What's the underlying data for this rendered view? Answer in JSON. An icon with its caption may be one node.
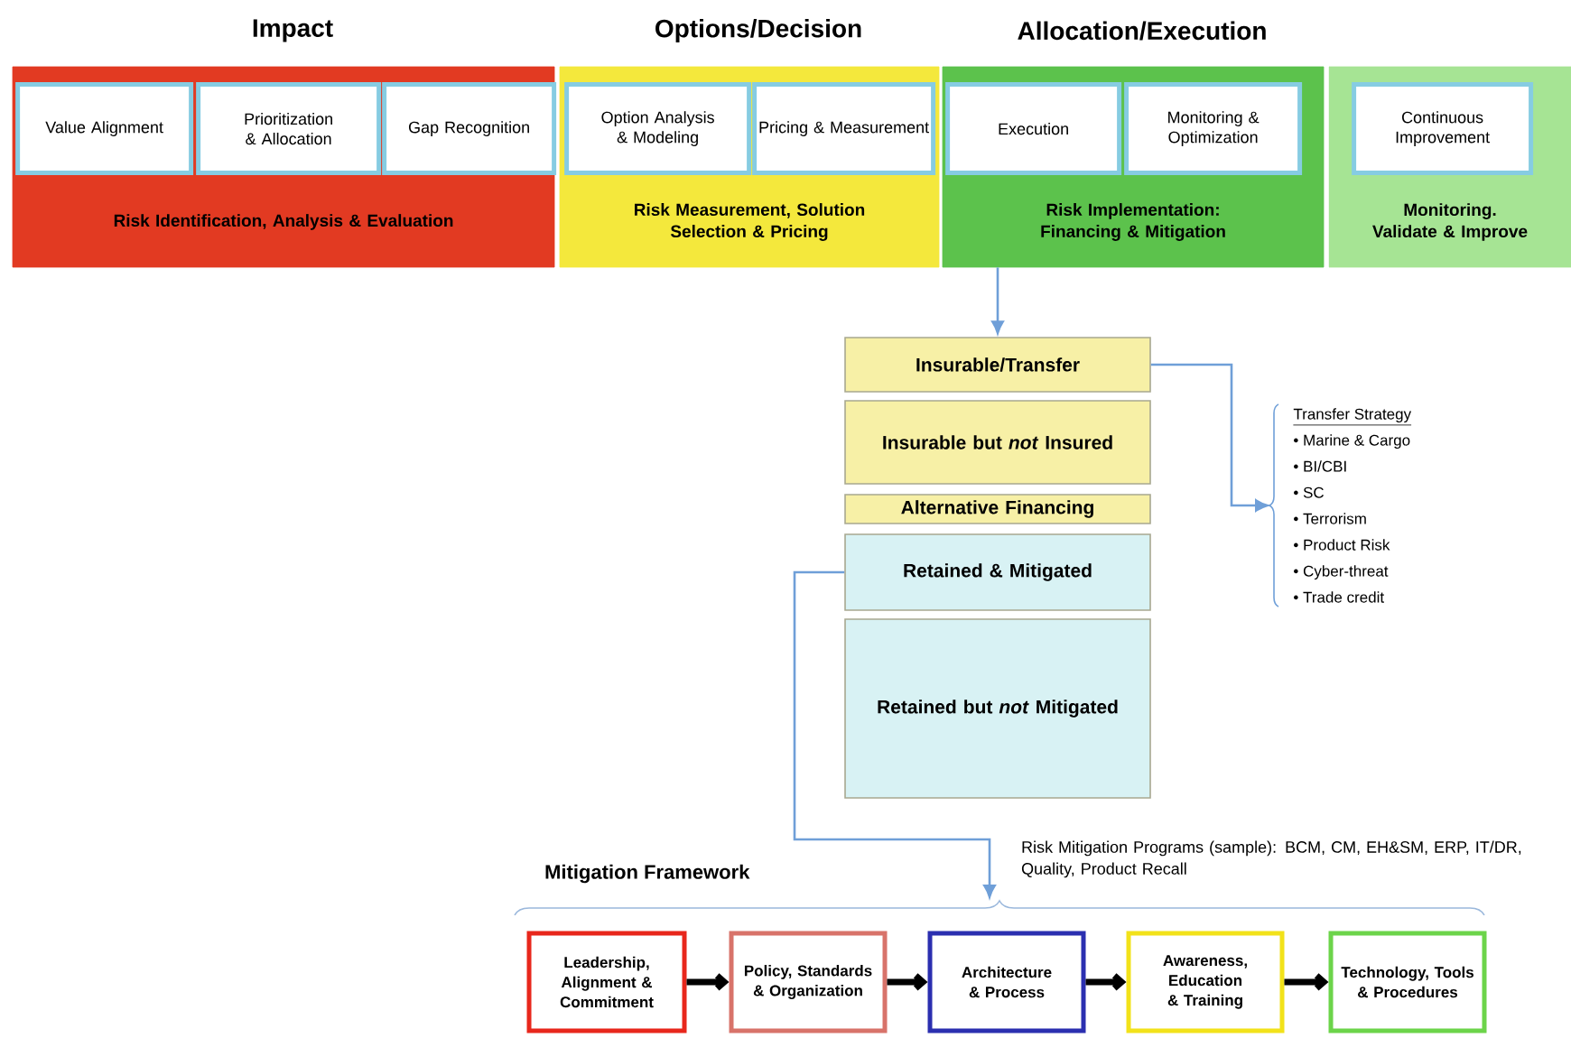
{
  "diagram": {
    "nodes": [
      {
        "text": [
          "Impact",
          "Risk Identification, Analysis & Evaluation"
        ]
      },
      {
        "text": [
          "Value Alignment"
        ],
        "in": 0
      },
      {
        "text": [
          "Prioritization & Allocation"
        ],
        "in": 0
      },
      {
        "text": [
          "Gap Recognition"
        ],
        "in": 0
      },
      {
        "text": [
          "Options/Decision",
          "Risk Measurement, Solution Selection & Pricing"
        ]
      },
      {
        "text": [
          "Option Analysis & Modeling"
        ],
        "in": 4
      },
      {
        "text": [
          "Pricing & Measurement"
        ],
        "in": 4
      },
      {
        "text": [
          "Allocation/Execution",
          "Risk Implementation: Financing & Mitigation"
        ]
      },
      {
        "text": [
          "Execution"
        ],
        "in": 7
      },
      {
        "text": [
          "Monitoring & Optimization"
        ],
        "in": 7
      },
      {
        "text": [
          "Monitoring. Validate & Improve"
        ]
      },
      {
        "text": [
          "Continuous Improvement"
        ],
        "in": 10
      },
      {
        "text": [
          "Insurable/Transfer"
        ]
      },
      {
        "text": [
          "Insurable but *not* Insured"
        ]
      },
      {
        "text": [
          "Alternative Financing"
        ]
      },
      {
        "text": [
          "Retained & Mitigated"
        ]
      },
      {
        "text": [
          "Retained but *not* Mitigated"
        ]
      },
      {
        "text": [
          "Transfer Strategy",
          "• Marine & Cargo",
          "• BI/CBI",
          "• SC",
          "• Terrorism",
          "• Product Risk",
          "• Cyber-threat",
          "• Trade credit"
        ]
      },
      {
        "text": [
          "Leadership, Alignment & Commitment"
        ]
      },
      {
        "text": [
          "Policy, Standards & Organization"
        ]
      },
      {
        "text": [
          "Architecture & Process"
        ]
      },
      {
        "text": [
          "Awareness, Education & Training"
        ]
      },
      {
        "text": [
          "Technology, Tools & Procedures"
        ]
      }
    ],
    "edges": [
      {
        "from": 7,
        "to": 12,
        "arrow": "to",
        "color": "#6f9fd8"
      },
      {
        "from": 12,
        "to": 17,
        "arrow": "to",
        "color": "#6f9fd8"
      },
      {
        "from": 15,
        "to": null,
        "arrow": "to",
        "color": "#6f9fd8"
      },
      {
        "from": 18,
        "to": 19,
        "arrow": "to"
      },
      {
        "from": 19,
        "to": 20,
        "arrow": "to"
      },
      {
        "from": 20,
        "to": 21,
        "arrow": "to"
      },
      {
        "from": 21,
        "to": 22,
        "arrow": "to"
      }
    ],
    "labels": [
      "Mitigation Framework",
      "Risk Mitigation Programs (sample):  BCM, CM, EH&SM, ERP, IT/DR, Quality, Product Recall"
    ]
  }
}
